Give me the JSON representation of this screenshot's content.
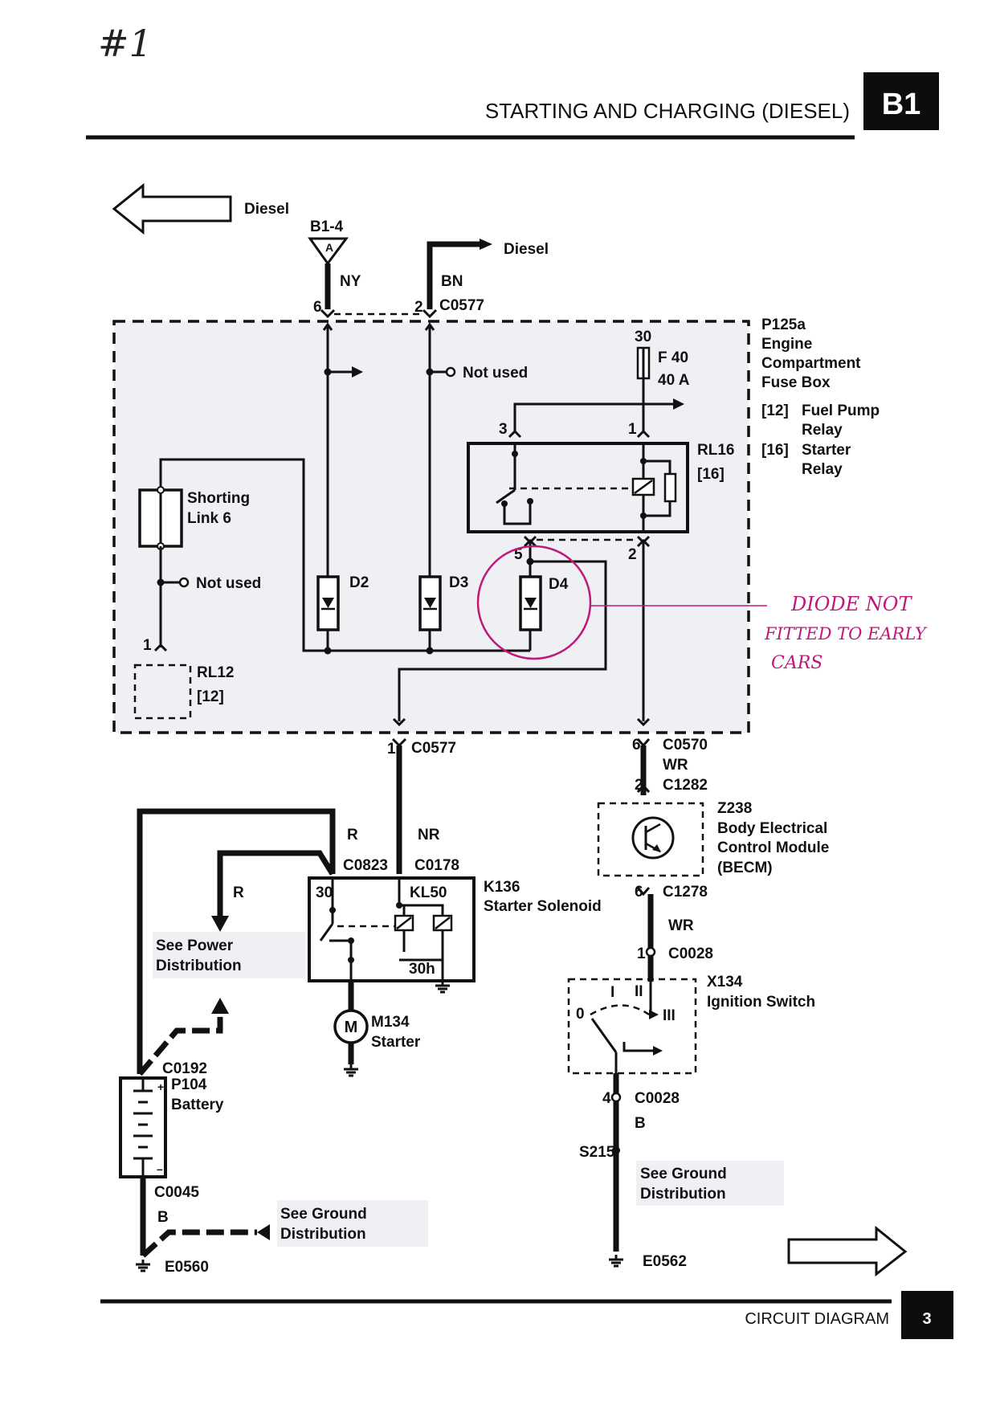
{
  "header": {
    "handwritten_number": "#1",
    "title": "STARTING AND CHARGING (DIESEL)",
    "section_code": "B1"
  },
  "footer": {
    "label": "CIRCUIT DIAGRAM",
    "page_number": "3"
  },
  "nav": {
    "left_arrow_label": "Diesel",
    "feed_label": "Diesel"
  },
  "feeds": {
    "ref": "B1-4",
    "ref_letter": "A",
    "wire_left": "NY",
    "wire_right": "BN"
  },
  "connectors": {
    "c0577_top": "C0577",
    "pin_6": "6",
    "pin_2": "2",
    "c0577_bottom": "C0577",
    "pin_1": "1",
    "c0570": "C0570",
    "pin_6b": "6",
    "wr1": "WR",
    "c1282": "C1282",
    "pin_2b": "2",
    "c1278": "C1278",
    "pin_6c": "6",
    "wr2": "WR",
    "c0028a": "C0028",
    "pin_1b": "1",
    "c0028b": "C0028",
    "pin_4": "4",
    "b_wire": "B",
    "s215": "S215",
    "c0823": "C0823",
    "c0178": "C0178",
    "r_wire": "R",
    "nr_wire": "NR",
    "r_wire2": "R",
    "c0192": "C0192",
    "c0045": "C0045",
    "b_wire2": "B"
  },
  "fusebox": {
    "id": "P125a",
    "name_lines": [
      "Engine",
      "Compartment",
      "Fuse Box"
    ],
    "legend": [
      {
        "num": "[12]",
        "lines": [
          "Fuel Pump",
          "Relay"
        ]
      },
      {
        "num": "[16]",
        "lines": [
          "Starter",
          "Relay"
        ]
      }
    ],
    "fuse_pin": "30",
    "fuse_id": "F 40",
    "fuse_rating": "40 A",
    "relay_id": "RL16",
    "relay_ref": "[16]",
    "relay_pin3": "3",
    "relay_pin1": "1",
    "relay_pin5": "5",
    "relay_pin2": "2",
    "not_used_1": "Not used",
    "not_used_2": "Not used",
    "shorting_link": [
      "Shorting",
      "Link 6"
    ],
    "d2": "D2",
    "d3": "D3",
    "d4": "D4",
    "rl12_pin": "1",
    "rl12_id": "RL12",
    "rl12_ref": "[12]"
  },
  "annotation": {
    "lines": [
      "DIODE NOT",
      "FITTED TO EARLY",
      "CARS"
    ]
  },
  "becm": {
    "id": "Z238",
    "lines": [
      "Body Electrical",
      "Control Module",
      "(BECM)"
    ]
  },
  "ignition": {
    "id": "X134",
    "name": "Ignition Switch",
    "pos0": "0",
    "pos1": "I",
    "pos2": "II",
    "pos3": "III"
  },
  "solenoid": {
    "id": "K136",
    "name": "Starter Solenoid",
    "t30": "30",
    "kl50": "KL50",
    "t30h": "30h"
  },
  "starter": {
    "id": "M134",
    "name": "Starter",
    "symbol": "M"
  },
  "battery": {
    "id": "P104",
    "name": "Battery"
  },
  "links": {
    "power": [
      "See Power",
      "Distribution"
    ],
    "ground_left": [
      "See Ground",
      "Distribution"
    ],
    "ground_right": [
      "See Ground",
      "Distribution"
    ]
  },
  "grounds": {
    "left": "E0560",
    "right": "E0562"
  }
}
